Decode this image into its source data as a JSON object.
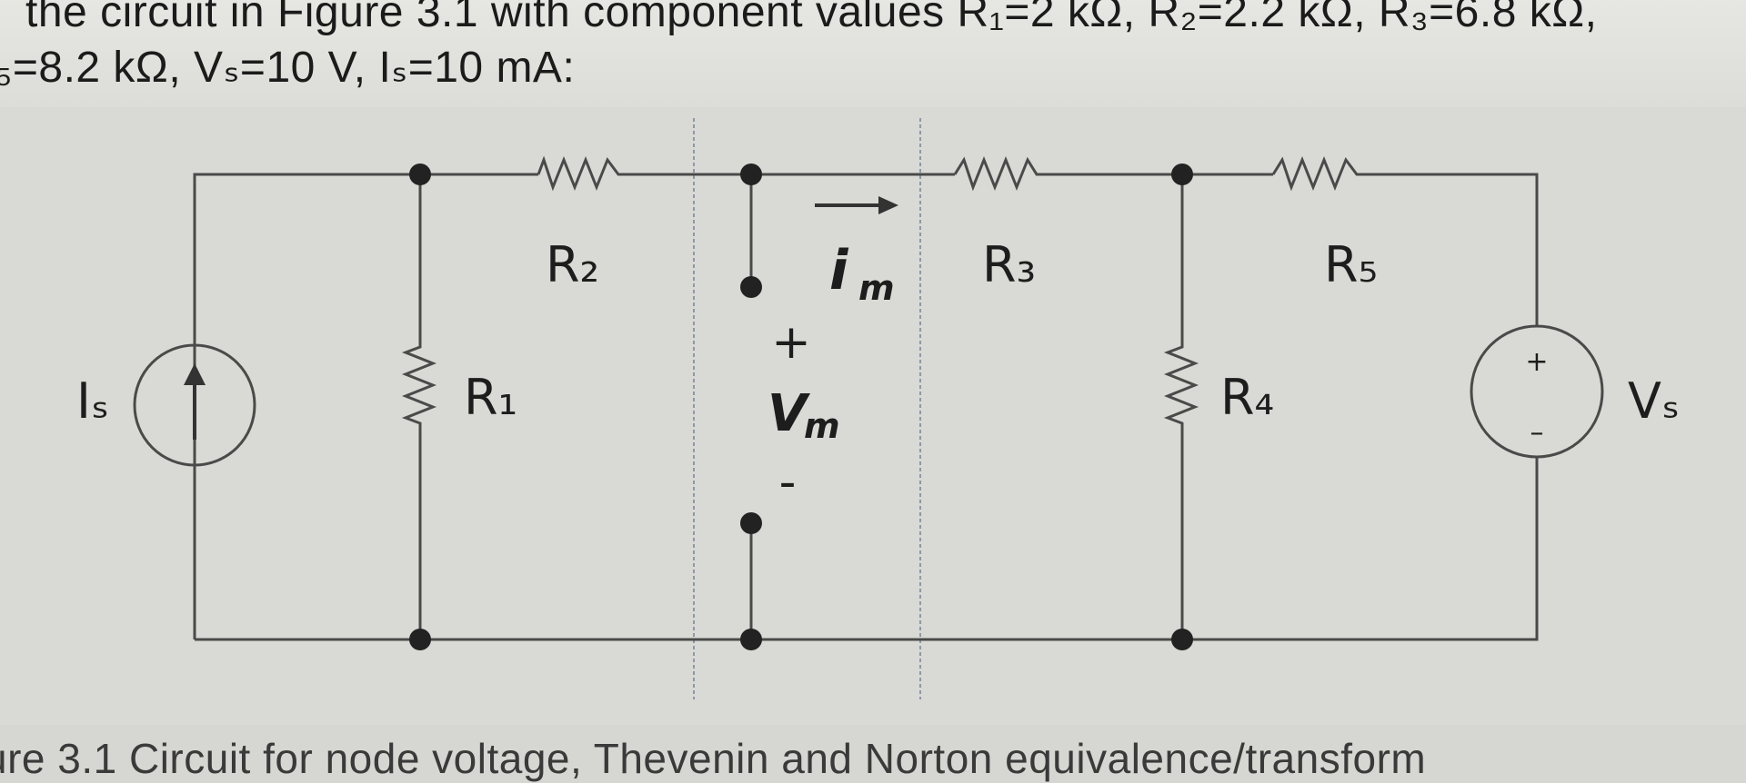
{
  "problem_text": {
    "line1": "the circuit in Figure 3.1 with component values R₁=2 kΩ, R₂=2.2 kΩ, R₃=6.8 kΩ,",
    "line2": "₅=8.2 kΩ, Vₛ=10 V, Iₛ=10 mA:"
  },
  "diagram": {
    "labels": {
      "r1": "R₁",
      "r2": "R₂",
      "r3": "R₃",
      "r4": "R₄",
      "r5": "R₅",
      "is": "Iₛ",
      "vs": "Vₛ",
      "im": "i",
      "im_sub": "m",
      "vm": "V",
      "vm_sub": "m",
      "vm_plus": "+",
      "vm_minus": "-",
      "vs_plus": "+",
      "vs_minus": "–"
    }
  },
  "caption": "ure 3.1 Circuit for node voltage, Thevenin and Norton equivalence/transform"
}
